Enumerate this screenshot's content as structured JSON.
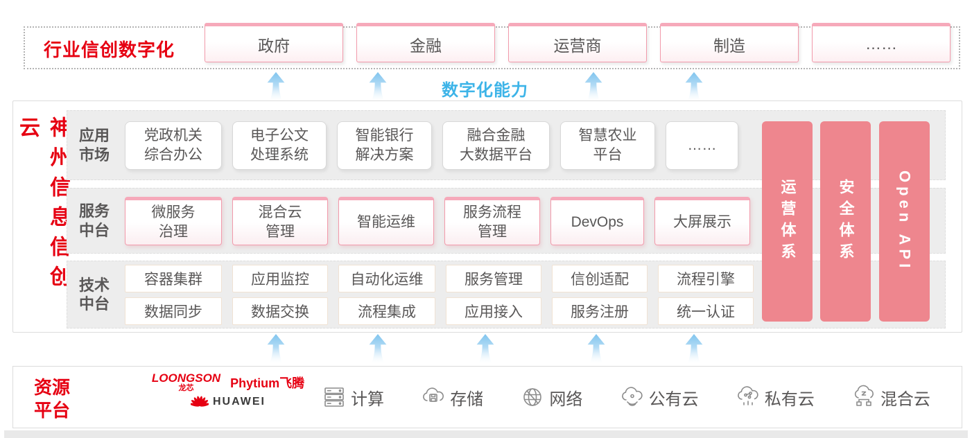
{
  "colors": {
    "accent_red": "#e60012",
    "pink_bar": "#ee868e",
    "capability_blue": "#3db4e8",
    "text_dark": "#595757"
  },
  "industry_banner": {
    "title": "行业信创数字化",
    "items": [
      "政府",
      "金融",
      "运营商",
      "制造",
      "……"
    ]
  },
  "capability_label": "数字化能力",
  "cloud_platform": {
    "vertical_title": "神州信息信创云",
    "rows": [
      {
        "label": "应用\n市场",
        "items": [
          {
            "text": "党政机关\n综合办公"
          },
          {
            "text": "电子公文\n处理系统"
          },
          {
            "text": "智能银行\n解决方案"
          },
          {
            "text": "融合金融\n大数据平台"
          },
          {
            "text": "智慧农业\n平台"
          },
          {
            "text": "……"
          }
        ]
      },
      {
        "label": "服务\n中台",
        "items": [
          {
            "text": "微服务\n治理"
          },
          {
            "text": "混合云\n管理"
          },
          {
            "text": "智能运维"
          },
          {
            "text": "服务流程\n管理"
          },
          {
            "text": "DevOps"
          },
          {
            "text": "大屏展示"
          }
        ]
      },
      {
        "label": "技术\n中台",
        "items_row1": [
          "容器集群",
          "应用监控",
          "自动化运维",
          "服务管理",
          "信创适配",
          "流程引擎"
        ],
        "items_row2": [
          "数据同步",
          "数据交换",
          "流程集成",
          "应用接入",
          "服务注册",
          "统一认证"
        ]
      }
    ],
    "side_bars": [
      "运营体系",
      "安全体系",
      "Open API"
    ]
  },
  "resource_platform": {
    "title": "资源\n平台",
    "vendors": {
      "loongson": "LOONGSON",
      "loongson_cn": "龙芯",
      "phytium": "Phytium飞腾",
      "huawei": "HUAWEI"
    },
    "items": [
      {
        "icon": "compute-icon",
        "label": "计算"
      },
      {
        "icon": "storage-icon",
        "label": "存储"
      },
      {
        "icon": "network-icon",
        "label": "网络"
      },
      {
        "icon": "public-cloud-icon",
        "label": "公有云"
      },
      {
        "icon": "private-cloud-icon",
        "label": "私有云"
      },
      {
        "icon": "hybrid-cloud-icon",
        "label": "混合云"
      }
    ]
  }
}
